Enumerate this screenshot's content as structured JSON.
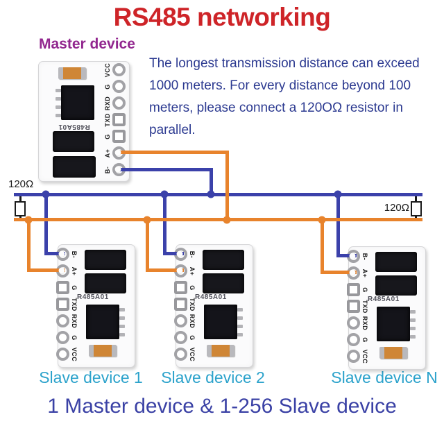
{
  "title": "RS485 networking",
  "master_label": "Master device",
  "info_paragraph": {
    "lines": [
      "The longest transmission distance can exceed",
      "1000 meters. For every distance beyond 100",
      "meters, please connect a 120OΩ resistor in",
      "parallel."
    ]
  },
  "resistors": {
    "left_label": "120Ω",
    "right_label": "120Ω"
  },
  "boards": {
    "chip_label": "R485A01",
    "master": {
      "pins": [
        "VCC",
        "G",
        "RXD",
        "TXD",
        "G",
        "A+",
        "B-"
      ]
    },
    "slave": {
      "pins": [
        "B-",
        "A+",
        "G",
        "TXD",
        "RXD",
        "G",
        "VCC"
      ]
    }
  },
  "slave_labels": [
    "Slave device 1",
    "Slave device 2",
    "Slave device N"
  ],
  "caption": "1 Master device & 1-256 Slave device",
  "colors": {
    "title_red": "#CE2428",
    "master_purple": "#92278F",
    "info_blue": "#2B3990",
    "slave_cyan": "#2BA2CB",
    "caption_blue": "#3A41A5",
    "wire_blue": "#3B41AA",
    "wire_orange": "#E8832C",
    "resistor_ink": "#1a1a1a"
  }
}
